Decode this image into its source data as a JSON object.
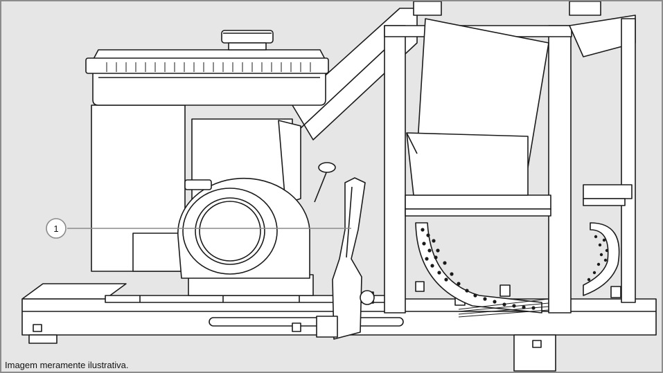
{
  "callouts": [
    {
      "number": "1",
      "target": "crank-handle"
    }
  ],
  "caption": "Imagem meramente ilustrativa.",
  "colors": {
    "background": "#e6e6e6",
    "line": "#1a1a1a",
    "part_fill": "#ffffff",
    "leader": "#8a8a8a",
    "frame_border": "#8c8c8c"
  }
}
